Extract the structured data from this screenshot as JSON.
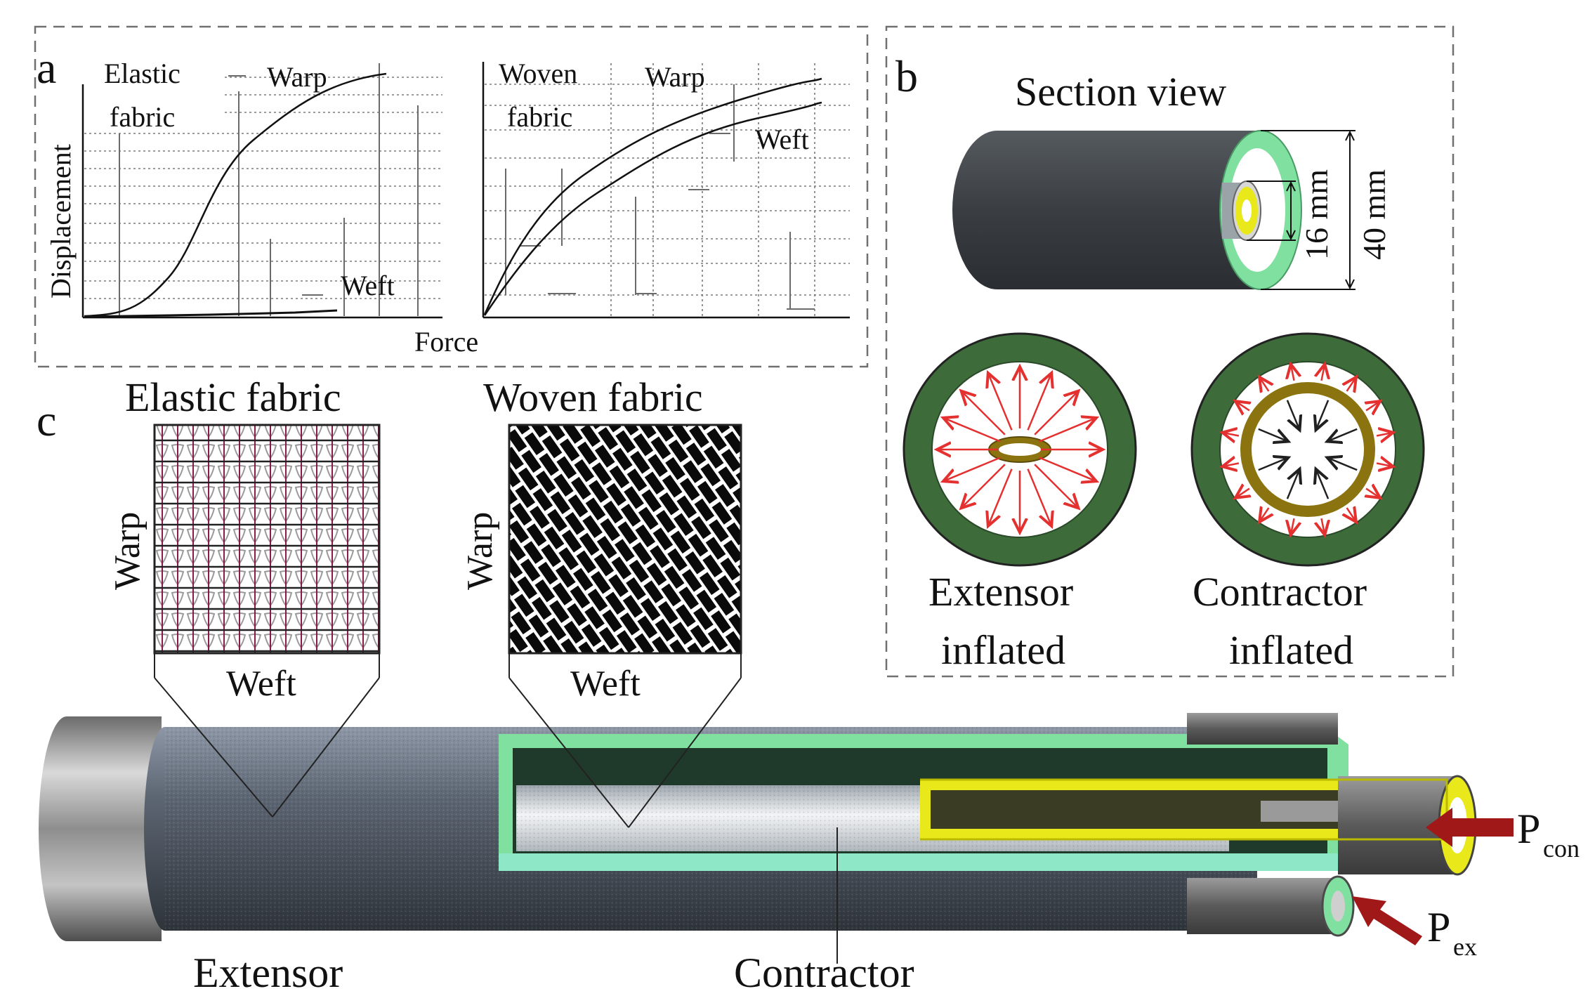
{
  "figure": {
    "panel_labels": {
      "a": "a",
      "b": "b",
      "c": "c"
    },
    "panel_a": {
      "left_chart": {
        "title_line1": "Elastic",
        "title_line2": "fabric",
        "series": [
          {
            "name": "Warp",
            "shape": "sigmoid"
          },
          {
            "name": "Weft",
            "shape": "near-flat"
          }
        ]
      },
      "right_chart": {
        "title_line1": "Woven",
        "title_line2": "fabric",
        "series": [
          {
            "name": "Warp",
            "shape": "concave-rising"
          },
          {
            "name": "Weft",
            "shape": "concave-rising"
          }
        ]
      },
      "xlabel": "Force",
      "ylabel": "Displacement"
    },
    "panel_b": {
      "title": "Section view",
      "dim_inner": "16 mm",
      "dim_outer": "40 mm",
      "state_left_line1": "Extensor",
      "state_left_line2": "inflated",
      "state_right_line1": "Contractor",
      "state_right_line2": "inflated"
    },
    "panel_c": {
      "fabric_left_title": "Elastic fabric",
      "fabric_right_title": "Woven fabric",
      "warp_label": "Warp",
      "weft_label": "Weft",
      "label_extensor": "Extensor",
      "label_contractor": "Contractor",
      "port_con_main": "P",
      "port_con_sub": "con",
      "port_ex_main": "P",
      "port_ex_sub": "ex"
    },
    "colors": {
      "outer_sleeve": "#3f4650",
      "light_green": "#7fe0a0",
      "dark_green": "#3d6b3a",
      "olive_ring": "#8b7410",
      "yellow": "#e8e81a",
      "red_arrow": "#e53030",
      "port_arrow": "#a01818",
      "metal": "#9a9a9a"
    }
  }
}
